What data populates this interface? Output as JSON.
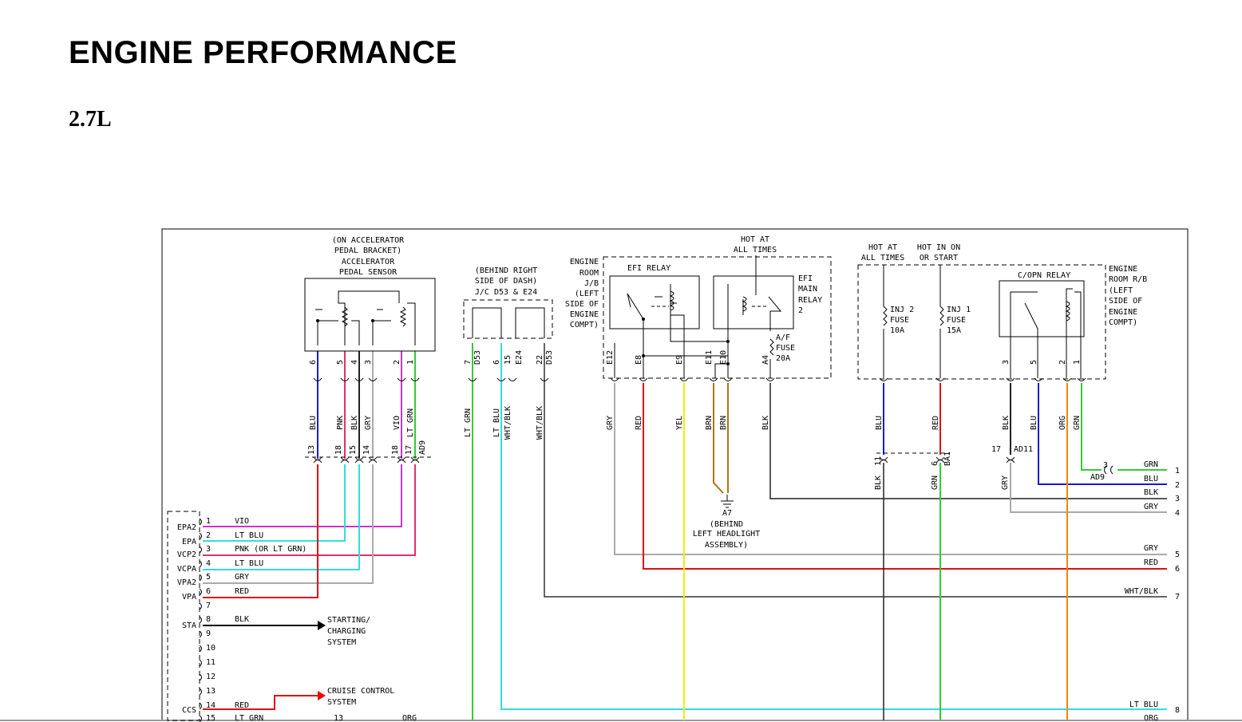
{
  "page": {
    "title": "ENGINE PERFORMANCE",
    "subtitle": "2.7L"
  },
  "colors": {
    "BLU": "#1a1acc",
    "PNK": "#e0306e",
    "BLK": "#222222",
    "GRY": "#aaaaaa",
    "VIO": "#cc33cc",
    "LTGRN": "#33cc33",
    "LTBLU": "#33dddd",
    "RED": "#dd1111",
    "YEL": "#eeee11",
    "BRN": "#aa7711",
    "ORG": "#ee8811",
    "GRN": "#33cc33",
    "WHTBLK": "#333333"
  },
  "labels": {
    "app_loc1": "(ON ACCELERATOR",
    "app_loc2": "PEDAL BRACKET)",
    "app_name1": "ACCELERATOR",
    "app_name2": "PEDAL SENSOR",
    "jc_loc1": "(BEHIND RIGHT",
    "jc_loc2": "SIDE OF DASH)",
    "jc_name": "J/C D53 & E24",
    "jb_1": "ENGINE",
    "jb_2": "ROOM",
    "jb_3": "J/B",
    "jb_4": "(LEFT",
    "jb_5": "SIDE OF",
    "jb_6": "ENGINE",
    "jb_7": "COMPT)",
    "efi_relay": "EFI RELAY",
    "efi_main1": "EFI",
    "efi_main2": "MAIN",
    "efi_main3": "RELAY",
    "efi_main4": "2",
    "hot1_1": "HOT AT",
    "hot1_2": "ALL TIMES",
    "af_fuse1": "A/F",
    "af_fuse2": "FUSE",
    "af_fuse3": "20A",
    "hot2_1": "HOT AT",
    "hot2_2": "ALL TIMES",
    "hot3_1": "HOT IN ON",
    "hot3_2": "OR START",
    "inj2_1": "INJ 2",
    "inj2_2": "FUSE",
    "inj2_3": "10A",
    "inj1_1": "INJ 1",
    "inj1_2": "FUSE",
    "inj1_3": "15A",
    "copn_relay": "C/OPN RELAY",
    "rb_1": "ENGINE",
    "rb_2": "ROOM R/B",
    "rb_3": "(LEFT",
    "rb_4": "SIDE OF",
    "rb_5": "ENGINE",
    "rb_6": "COMPT)",
    "gnd_a7": "A7",
    "gnd_1": "(BEHIND",
    "gnd_2": "LEFT HEADLIGHT",
    "gnd_3": "ASSEMBLY)",
    "start_1": "STARTING/",
    "start_2": "CHARGING",
    "start_3": "SYSTEM",
    "cruise_1": "CRUISE CONTROL",
    "cruise_2": "SYSTEM"
  },
  "top_pins": [
    {
      "n": "6",
      "wire": "BLU"
    },
    {
      "n": "5",
      "wire": "PNK"
    },
    {
      "n": "4",
      "wire": "BLK"
    },
    {
      "n": "3",
      "wire": "GRY"
    },
    {
      "n": "2",
      "wire": "VIO"
    },
    {
      "n": "1",
      "wire": "LT GRN"
    },
    {
      "n": "7",
      "wire": "LT GRN"
    },
    {
      "n": "D53",
      "wire": ""
    },
    {
      "n": "6",
      "wire": "LT BLU"
    },
    {
      "n": "15",
      "wire": "WHT/BLK"
    },
    {
      "n": "E24",
      "wire": ""
    },
    {
      "n": "22",
      "wire": "WHT/BLK"
    },
    {
      "n": "D53",
      "wire": ""
    },
    {
      "n": "E12",
      "wire": "GRY"
    },
    {
      "n": "E8",
      "wire": "RED"
    },
    {
      "n": "E9",
      "wire": "YEL"
    },
    {
      "n": "E11",
      "wire": "BRN"
    },
    {
      "n": "E10",
      "wire": "BRN"
    },
    {
      "n": "A4",
      "wire": "BLK"
    },
    {
      "n": "",
      "wire": "BLU"
    },
    {
      "n": "",
      "wire": "RED"
    },
    {
      "n": "3",
      "wire": "BLK"
    },
    {
      "n": "5",
      "wire": "BLU"
    },
    {
      "n": "2",
      "wire": "ORG"
    },
    {
      "n": "1",
      "wire": "GRN"
    }
  ],
  "ad9_pins": [
    "13",
    "18",
    "15",
    "14",
    "18",
    "17",
    "AD9"
  ],
  "ad11": {
    "a": "17",
    "b": "AD11",
    "w1": "GRY"
  },
  "ba1": {
    "a": "11",
    "b": "6",
    "c": "BA1",
    "w1": "BLK",
    "w2": "GRN"
  },
  "ad9_side": {
    "pin": "3",
    "name": "AD9"
  },
  "ecm_names": [
    "EPA2",
    "EPA",
    "VCP2",
    "VCPA",
    "VPA2",
    "VPA",
    "STA",
    "CCS"
  ],
  "ecm_rows": [
    {
      "n": "1",
      "wire": "VIO"
    },
    {
      "n": "2",
      "wire": "LT BLU"
    },
    {
      "n": "3",
      "wire": "PNK (OR LT GRN)"
    },
    {
      "n": "4",
      "wire": "LT BLU"
    },
    {
      "n": "5",
      "wire": "GRY"
    },
    {
      "n": "6",
      "wire": "RED"
    },
    {
      "n": "7",
      "wire": ""
    },
    {
      "n": "8",
      "wire": "BLK"
    },
    {
      "n": "9",
      "wire": ""
    },
    {
      "n": "10",
      "wire": ""
    },
    {
      "n": "11",
      "wire": ""
    },
    {
      "n": "12",
      "wire": ""
    },
    {
      "n": "13",
      "wire": ""
    },
    {
      "n": "14",
      "wire": "RED"
    },
    {
      "n": "15",
      "wire": "LT GRN"
    }
  ],
  "bottom_row": {
    "n": "13",
    "wire": "ORG"
  },
  "right_rows": [
    {
      "n": "1",
      "wire": "GRN"
    },
    {
      "n": "2",
      "wire": "BLU"
    },
    {
      "n": "3",
      "wire": "BLK"
    },
    {
      "n": "4",
      "wire": "GRY"
    },
    {
      "n": "5",
      "wire": "GRY"
    },
    {
      "n": "6",
      "wire": "RED"
    },
    {
      "n": "7",
      "wire": "WHT/BLK"
    },
    {
      "n": "8",
      "wire": "LT BLU"
    },
    {
      "n": "",
      "wire": "ORG"
    }
  ]
}
